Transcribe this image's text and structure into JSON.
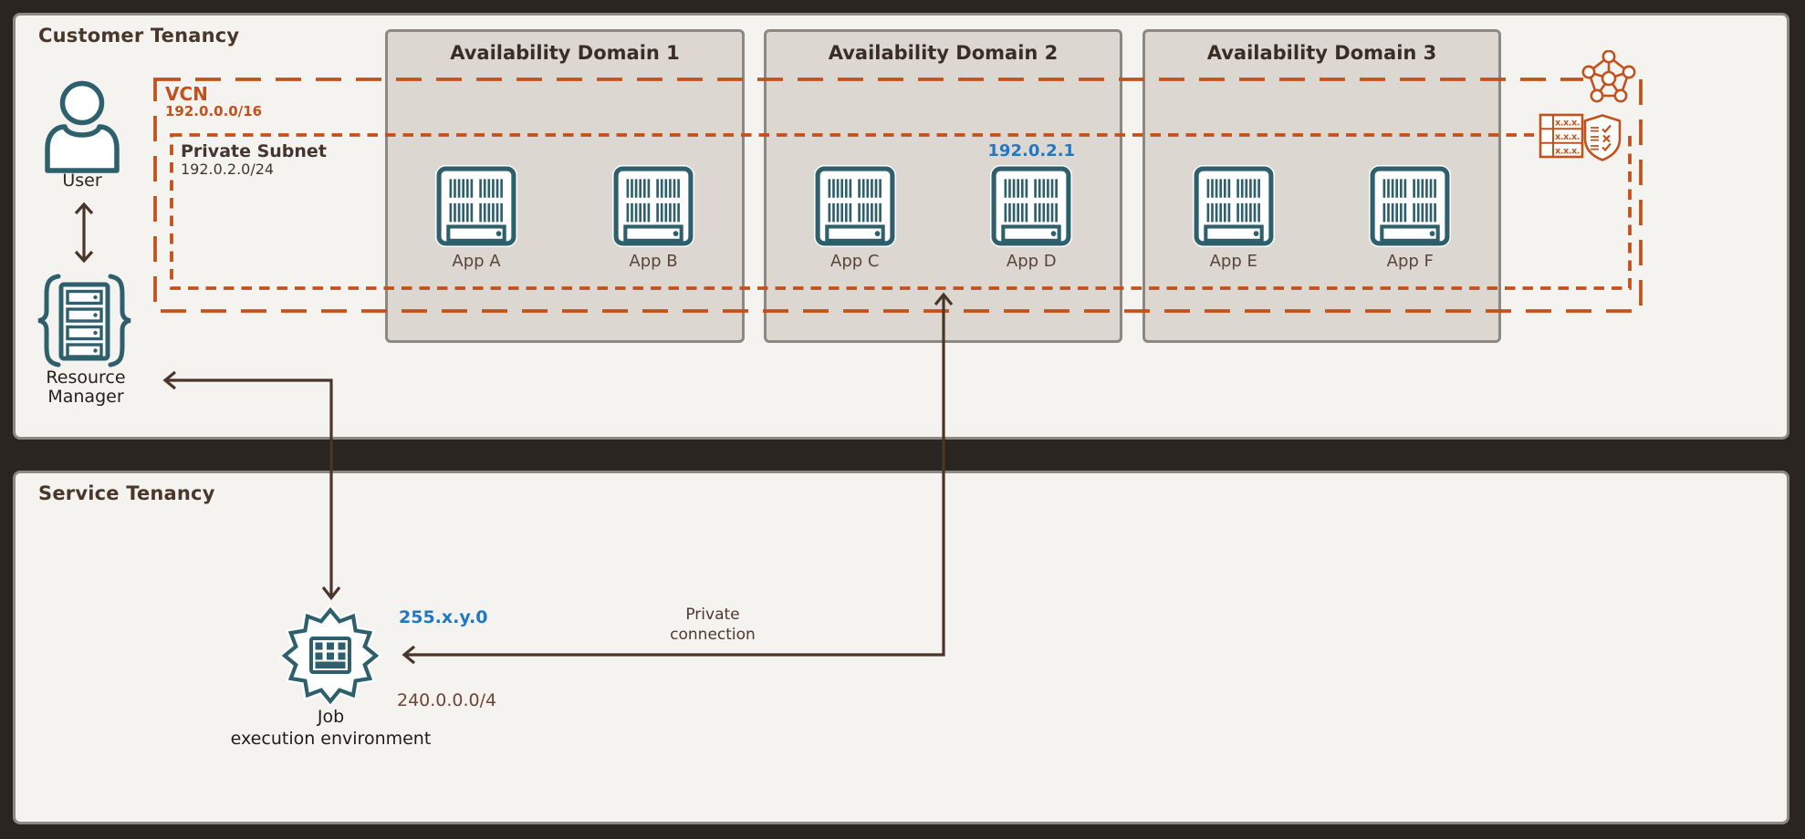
{
  "customer_tenancy": {
    "title": "Customer Tenancy"
  },
  "service_tenancy": {
    "title": "Service Tenancy"
  },
  "user": {
    "label": "User"
  },
  "resource_manager": {
    "lines": [
      "Resource",
      "Manager"
    ]
  },
  "vcn": {
    "name": "VCN",
    "cidr": "192.0.0.0/16"
  },
  "private_subnet": {
    "name": "Private Subnet",
    "cidr": "192.0.2.0/24"
  },
  "availability_domains": [
    {
      "title": "Availability Domain 1",
      "apps": [
        {
          "label": "App A"
        },
        {
          "label": "App B"
        }
      ]
    },
    {
      "title": "Availability Domain 2",
      "apps": [
        {
          "label": "App C"
        },
        {
          "label": "App D",
          "ip": "192.0.2.1"
        }
      ]
    },
    {
      "title": "Availability Domain 3",
      "apps": [
        {
          "label": "App E"
        },
        {
          "label": "App F"
        }
      ]
    }
  ],
  "job_execution": {
    "lines": [
      "Job",
      "execution environment"
    ],
    "address": "255.x.y.0",
    "cidr": "240.0.0.0/4"
  },
  "private_connection": {
    "lines": [
      "Private",
      "connection"
    ]
  },
  "route_table": {
    "rows": [
      "x.x.x.",
      "x.x.x.",
      "x.x.x."
    ]
  },
  "colors": {
    "orange": "#c1521d",
    "teal": "#2e5f6d",
    "arrow_brown": "#4a352a",
    "blue": "#1f78c1",
    "tenancy_bg": "#f5f3f0",
    "ad_bg": "#dcd8d1",
    "border_gray": "#8d8882",
    "outer_bg": "#2a2521"
  }
}
